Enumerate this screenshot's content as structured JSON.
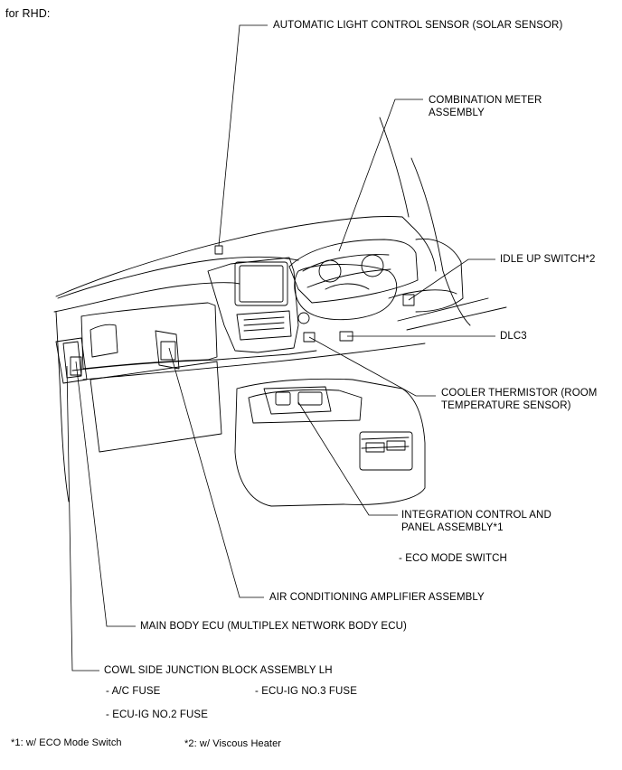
{
  "heading": "for RHD:",
  "labels": {
    "solar_sensor": "AUTOMATIC LIGHT CONTROL SENSOR (SOLAR SENSOR)",
    "combination_meter": [
      "COMBINATION METER",
      "ASSEMBLY"
    ],
    "idle_up_switch": "IDLE UP SWITCH*2",
    "dlc3": "DLC3",
    "cooler_thermistor": [
      "COOLER THERMISTOR (ROOM",
      "TEMPERATURE SENSOR)"
    ],
    "integration_control": [
      "INTEGRATION CONTROL AND",
      "PANEL ASSEMBLY*1"
    ],
    "eco_mode_switch": "- ECO MODE SWITCH",
    "ac_amplifier": "AIR CONDITIONING AMPLIFIER ASSEMBLY",
    "main_body_ecu": "MAIN BODY ECU (MULTIPLEX NETWORK BODY ECU)",
    "cowl_side_jb": "COWL SIDE JUNCTION BLOCK ASSEMBLY LH",
    "ac_fuse": "- A/C FUSE",
    "ecu_ig_no3": "- ECU-IG NO.3 FUSE",
    "ecu_ig_no2": "- ECU-IG NO.2 FUSE"
  },
  "footnotes": {
    "note1": "*1: w/ ECO Mode Switch",
    "note2": "*2: w/ Viscous Heater"
  }
}
